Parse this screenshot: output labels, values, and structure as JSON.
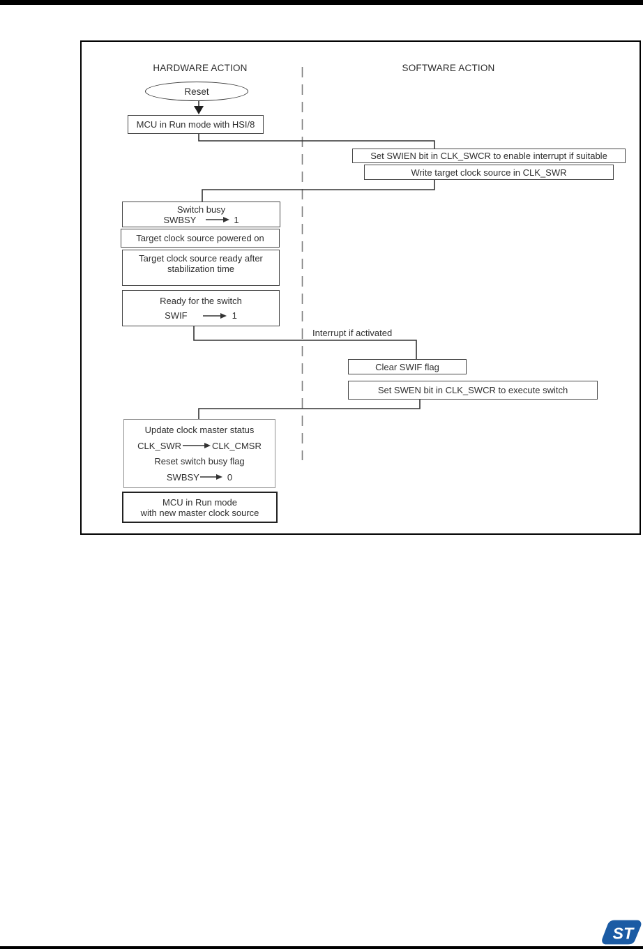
{
  "columns": {
    "hardware": "HARDWARE ACTION",
    "software": "SOFTWARE ACTION"
  },
  "flowchart": {
    "start_label": "Reset",
    "mcu_run_hsi": "MCU in Run mode with HSI/8",
    "set_swien": "Set SWIEN bit in CLK_SWCR to enable interrupt if suitable",
    "write_target": "Write target clock source in CLK_SWR",
    "switch_busy": {
      "title": "Switch busy",
      "flag": "SWBSY",
      "value": "1"
    },
    "powered_on": "Target clock source powered on",
    "ready_after": {
      "line1": "Target clock source ready after",
      "line2": "stabilization time"
    },
    "ready_switch": {
      "title": "Ready for the switch",
      "flag": "SWIF",
      "value": "1"
    },
    "interrupt_label": "Interrupt if activated",
    "clear_swif": "Clear SWIF flag",
    "set_swen": "Set SWEN bit in CLK_SWCR to execute switch",
    "update_status": {
      "line1": "Update clock master status",
      "from": "CLK_SWR",
      "to": "CLK_CMSR",
      "line3": "Reset switch busy flag",
      "flag": "SWBSY",
      "value": "0"
    },
    "mcu_new": {
      "line1": "MCU in Run mode",
      "line2": "with new master clock source"
    }
  },
  "branding": {
    "logo_text": "ST",
    "logo_color": "#1b5ba4"
  }
}
